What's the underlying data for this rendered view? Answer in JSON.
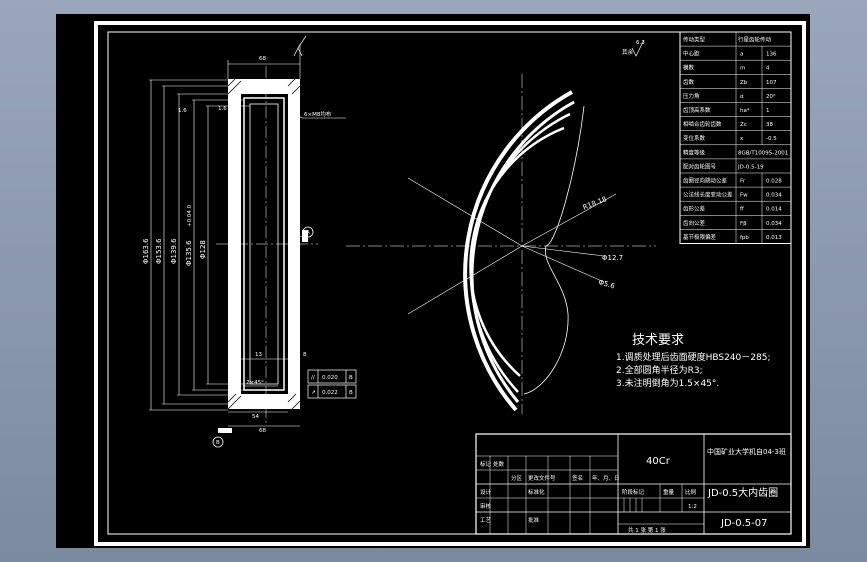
{
  "dimensions": {
    "top_width": "68",
    "holes": "6×M8均布",
    "d1": "Φ163.6",
    "d2": "Φ153.6",
    "d3": "Φ139.6",
    "d4": "Φ135.6",
    "d4_tol": "+0.04 0",
    "d5": "Φ128",
    "bottom_inner": "13",
    "bottom_right": "8",
    "chamfer": "2×45°",
    "bottom_54": "54",
    "bottom_total": "68",
    "runout1": "0.020",
    "runout1_datum": "B",
    "runout2": "0.022",
    "runout2_datum": "B",
    "radius_label": "R18.18",
    "dia_12": "Φ12.7",
    "dia_5": "Φ5.6",
    "rough_top": "6.3",
    "rough_rest": "其余",
    "callout_a": "A",
    "callout_b": "B"
  },
  "tech": {
    "title": "技术要求",
    "items": [
      "1.调质处理后齿面硬度HBS240－285;",
      "2.全部圆角半径为R3;",
      "3.未注明倒角为1.5×45°."
    ]
  },
  "params": [
    [
      "传动类型",
      "行星齿轮传动"
    ],
    [
      "中心距",
      "a",
      "136"
    ],
    [
      "模数",
      "m",
      "4"
    ],
    [
      "齿数",
      "Zb",
      "107"
    ],
    [
      "压力角",
      "α",
      "20°"
    ],
    [
      "齿顶高系数",
      "ha*",
      "1"
    ],
    [
      "相啮合齿轮齿数",
      "Zc",
      "38"
    ],
    [
      "变位系数",
      "x",
      "-0.5"
    ],
    [
      "精度等级",
      "8GB/T10095-2001"
    ],
    [
      "配对齿轮图号",
      "JD-0.5-19"
    ],
    [
      "齿圈径向跳动公差",
      "Fr",
      "0.028"
    ],
    [
      "公法线长度变动公差",
      "Fw",
      "0.034"
    ],
    [
      "齿形公差",
      "ff",
      "0.014"
    ],
    [
      "齿向公差",
      "Fβ",
      "0.034"
    ],
    [
      "基节极限偏差",
      "fpb",
      "0.013"
    ]
  ],
  "title_block": {
    "material": "40Cr",
    "school": "中国矿业大学机自04-3班",
    "name": "JD-0.5大内齿圈",
    "drawing_no": "JD-0.5-07",
    "scale": "1:2",
    "row_labels": [
      "标记",
      "处数",
      "分区",
      "更改文件号",
      "签名",
      "年、月、日"
    ],
    "role_labels": [
      "设计",
      "审核",
      "工艺",
      "标准化",
      "批准"
    ],
    "stage_label": "阶段标记",
    "weight_label": "重量",
    "ratio_label": "比例",
    "sheet_info": "共 1 张  第 1 张"
  }
}
